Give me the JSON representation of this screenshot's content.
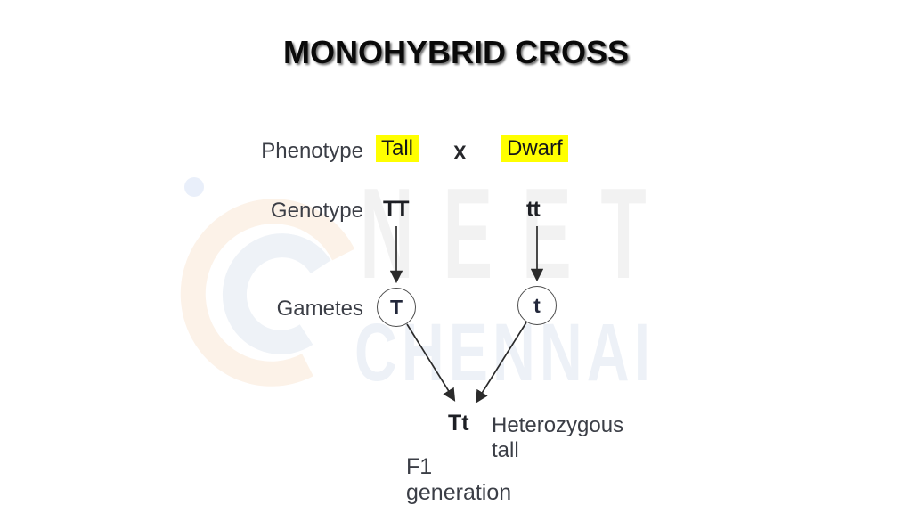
{
  "title": "MONOHYBRID CROSS",
  "cross": {
    "phenotype": {
      "label": "Phenotype",
      "parent1": "Tall",
      "symbol": "X",
      "parent2": "Dwarf"
    },
    "genotype": {
      "label": "Genotype",
      "parent1": "TT",
      "parent2": "tt"
    },
    "gametes": {
      "label": "Gametes",
      "parent1": "T",
      "parent2": "t"
    },
    "offspring": {
      "genotype": "Tt",
      "description": "Heterozygous tall",
      "generation_label": "F1 generation"
    }
  },
  "watermark": {
    "line1": "NEET",
    "line2": "CHENNAI"
  },
  "colors": {
    "highlight": "#ffff00",
    "label_text": "#3b3e46",
    "allele_text": "#1d1f24",
    "arrow": "#2b2b2b",
    "title_text": "#0a0a0a",
    "background": "#ffffff"
  }
}
